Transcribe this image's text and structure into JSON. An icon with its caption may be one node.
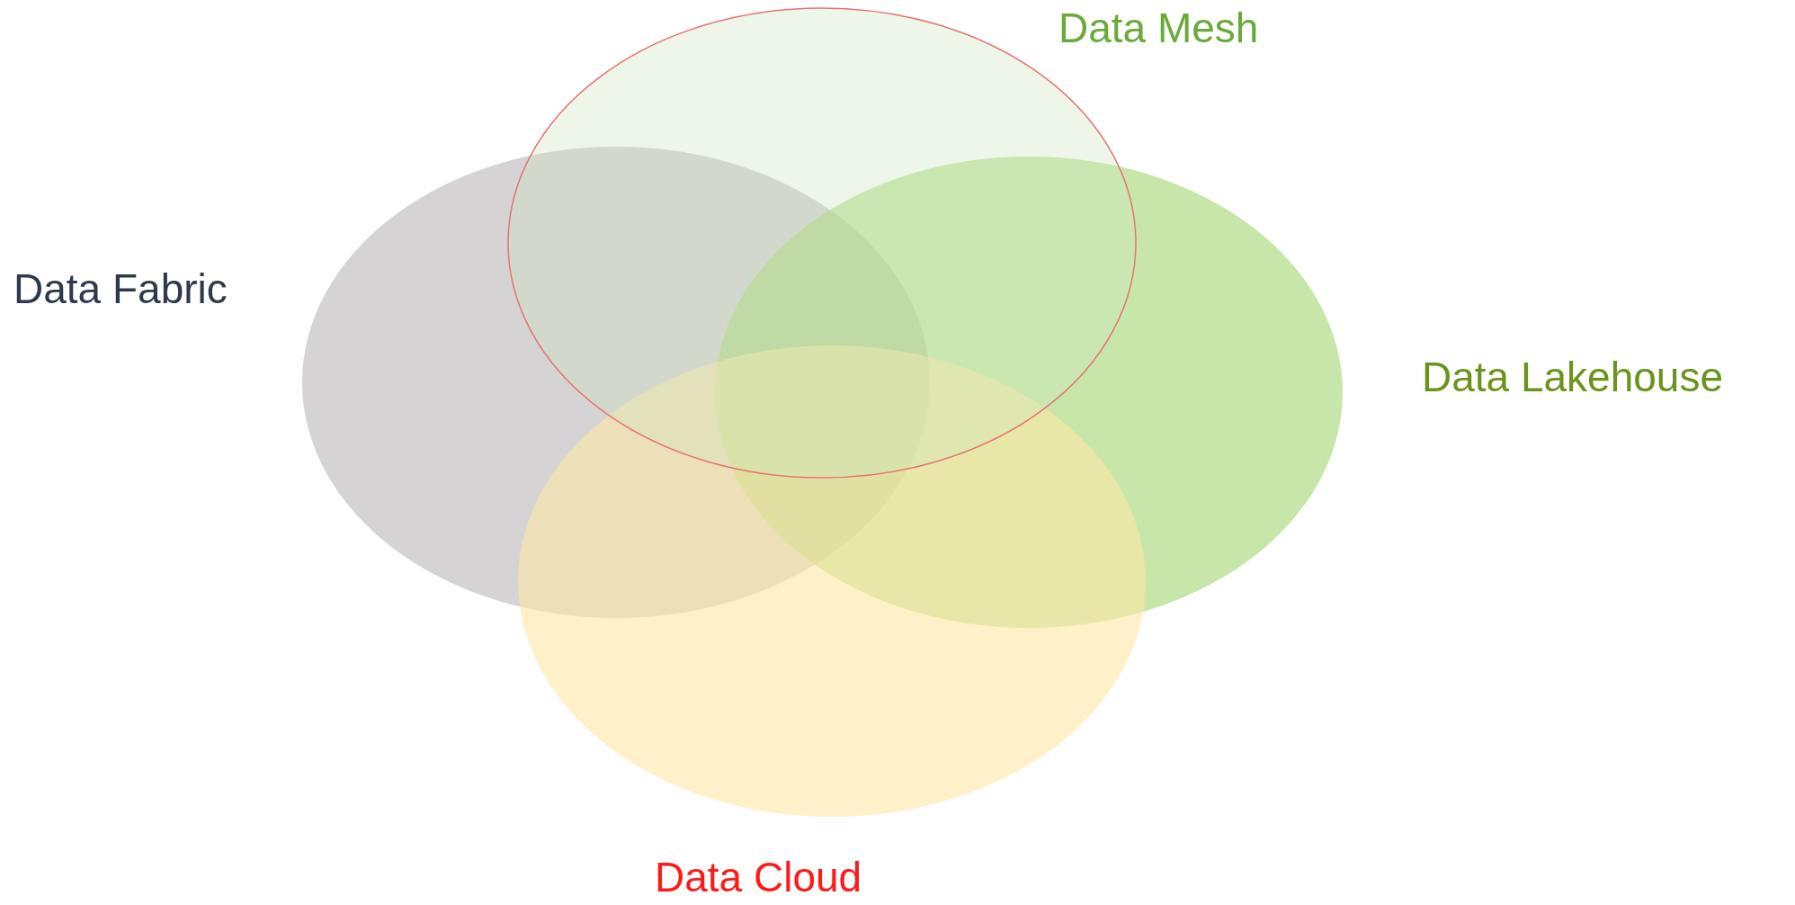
{
  "diagram": {
    "nodes": [
      {
        "text": [
          "Data Mesh"
        ]
      },
      {
        "text": [
          "Data Fabric"
        ]
      },
      {
        "text": [
          "Data Lakehouse"
        ]
      },
      {
        "text": [
          "Data Cloud"
        ]
      }
    ]
  }
}
